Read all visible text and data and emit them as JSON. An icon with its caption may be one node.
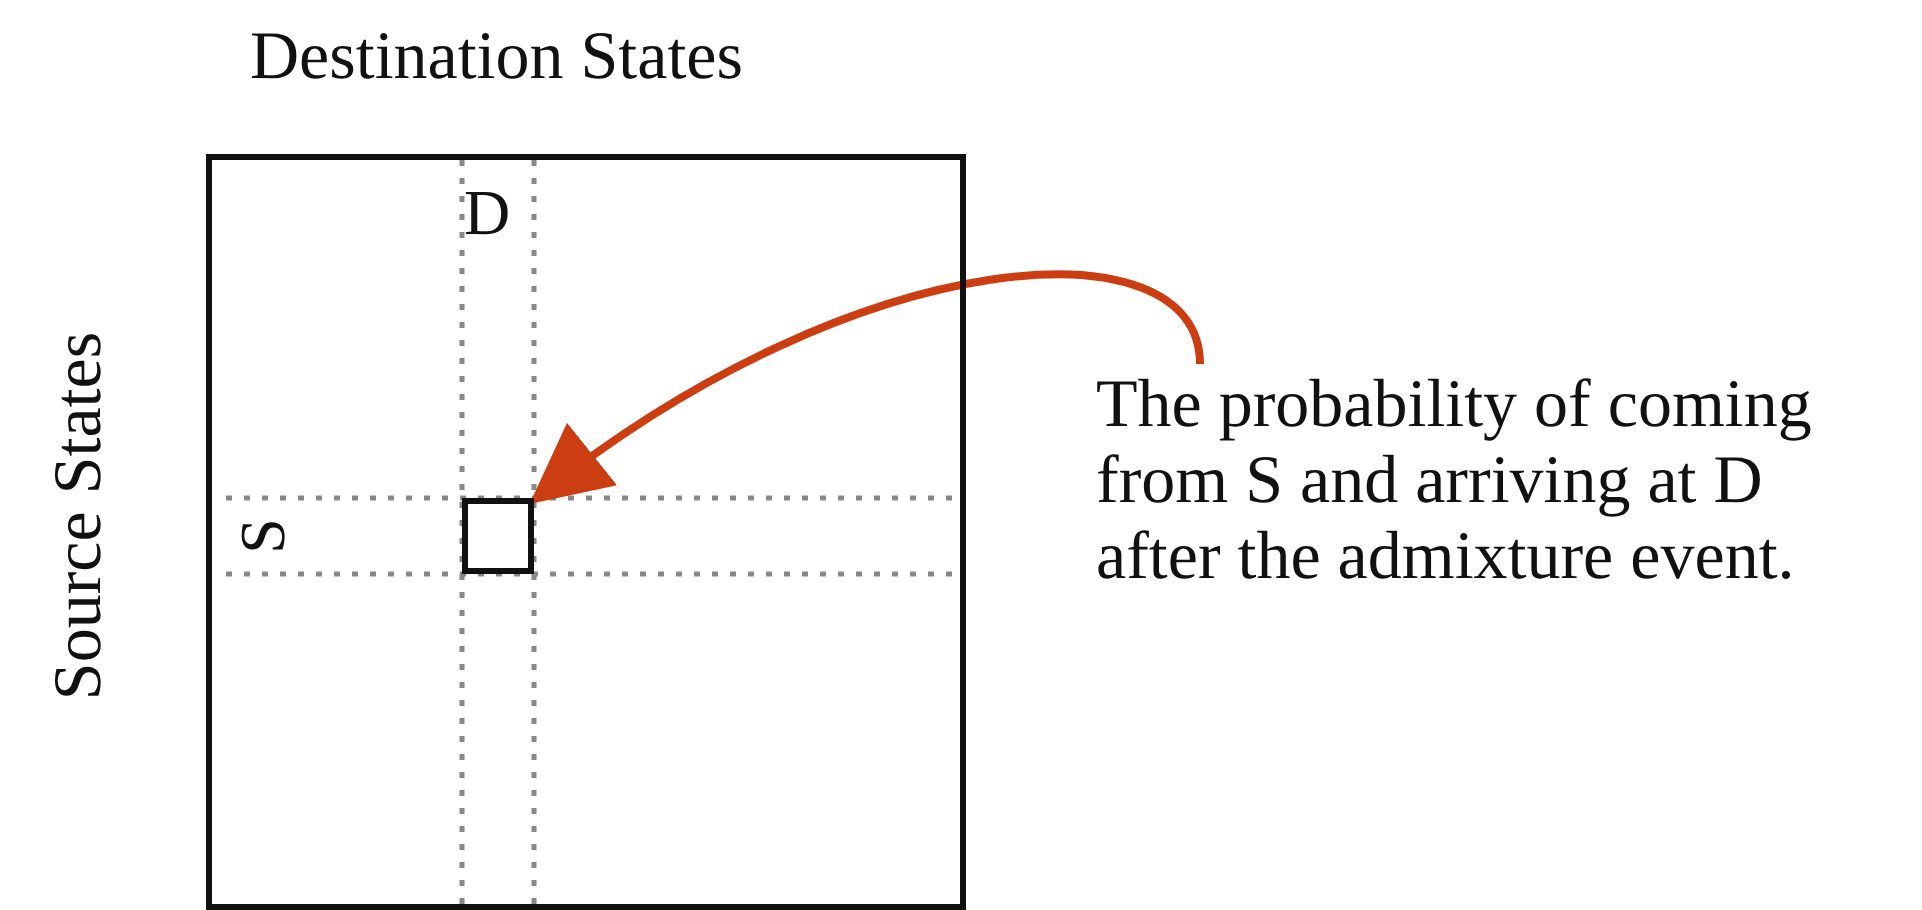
{
  "diagram": {
    "nodes": [
      {
        "text": [],
        "shape": "box"
      },
      {
        "text": [],
        "shape": "box",
        "in": 0
      },
      {
        "text": [
          "The probability of coming from S and arriving at D after the admixture event."
        ]
      }
    ],
    "edges": [
      {
        "from": 2,
        "to": 1,
        "arrow": "to"
      }
    ],
    "labels": [
      "Destination States",
      "Source States",
      "D",
      "S"
    ]
  }
}
